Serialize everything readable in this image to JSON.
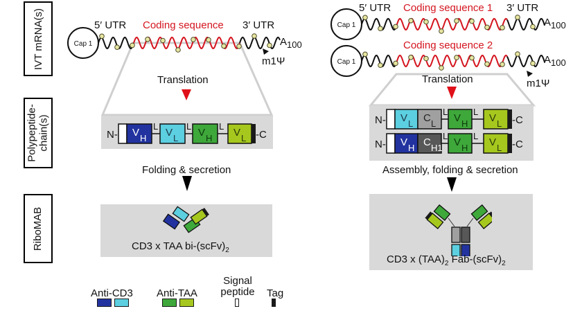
{
  "row_labels": {
    "mrna": "IVT mRNA(s)",
    "polypeptide_line1": "Polypeptide-",
    "polypeptide_line2": "chain(s)",
    "ribomab": "RiboMAB"
  },
  "colors": {
    "anti_cd3_dark": "#2233a0",
    "anti_cd3_light": "#5ccfe0",
    "anti_taa_dark": "#3ea83a",
    "anti_taa_light": "#a6c81e",
    "cl_gray": "#a0a0a0",
    "ch1_gray": "#585858",
    "coding_red": "#d4151f",
    "panel_gray": "#d9d9d9",
    "nucleotide_yellow": "#e8e6a0",
    "translation_arrow": "#e0101a"
  },
  "left": {
    "mrna": {
      "cap": "Cap 1",
      "utr5": "5′ UTR",
      "coding": "Coding sequence",
      "utr3": "3′ UTR",
      "polyA": "A",
      "polyA_sub": "100",
      "modification": "m1Ψ"
    },
    "translation": "Translation",
    "chain": {
      "n_term": "N-",
      "c_term": "-C",
      "linker": "L",
      "domains": [
        {
          "name": "V",
          "sub": "H",
          "color": "anti_cd3_dark"
        },
        {
          "name": "V",
          "sub": "L",
          "color": "anti_cd3_light"
        },
        {
          "name": "V",
          "sub": "H",
          "color": "anti_taa_dark"
        },
        {
          "name": "V",
          "sub": "L",
          "color": "anti_taa_light"
        }
      ]
    },
    "step": "Folding & secretion",
    "product": {
      "text": "CD3 x TAA bi-(scFv)",
      "sub": "2"
    }
  },
  "right": {
    "mrna1": {
      "cap": "Cap 1",
      "utr5": "5′ UTR",
      "coding": "Coding sequence 1",
      "utr3": "3′ UTR",
      "polyA": "A",
      "polyA_sub": "100"
    },
    "mrna2": {
      "cap": "Cap 1",
      "coding": "Coding sequence 2",
      "polyA": "A",
      "polyA_sub": "100",
      "modification": "m1Ψ"
    },
    "translation": "Translation",
    "chain1": {
      "n_term": "N-",
      "c_term": "-C",
      "linker": "L",
      "domains": [
        {
          "name": "V",
          "sub": "L"
        },
        {
          "name": "C",
          "sub": "L"
        },
        {
          "name": "V",
          "sub": "H"
        },
        {
          "name": "V",
          "sub": "L"
        }
      ]
    },
    "chain2": {
      "n_term": "N-",
      "c_term": "-C",
      "linker": "L",
      "domains": [
        {
          "name": "V",
          "sub": "H"
        },
        {
          "name": "C",
          "sub": "H1"
        },
        {
          "name": "V",
          "sub": "H"
        },
        {
          "name": "V",
          "sub": "L"
        }
      ]
    },
    "step": "Assembly, folding & secretion",
    "product": {
      "text": "CD3 x (TAA)",
      "sub1": "2",
      "text2": " Fab-(scFv)",
      "sub2": "2"
    }
  },
  "legend": {
    "anti_cd3": "Anti-CD3",
    "anti_taa": "Anti-TAA",
    "signal_line1": "Signal",
    "signal_line2": "peptide",
    "tag": "Tag"
  }
}
